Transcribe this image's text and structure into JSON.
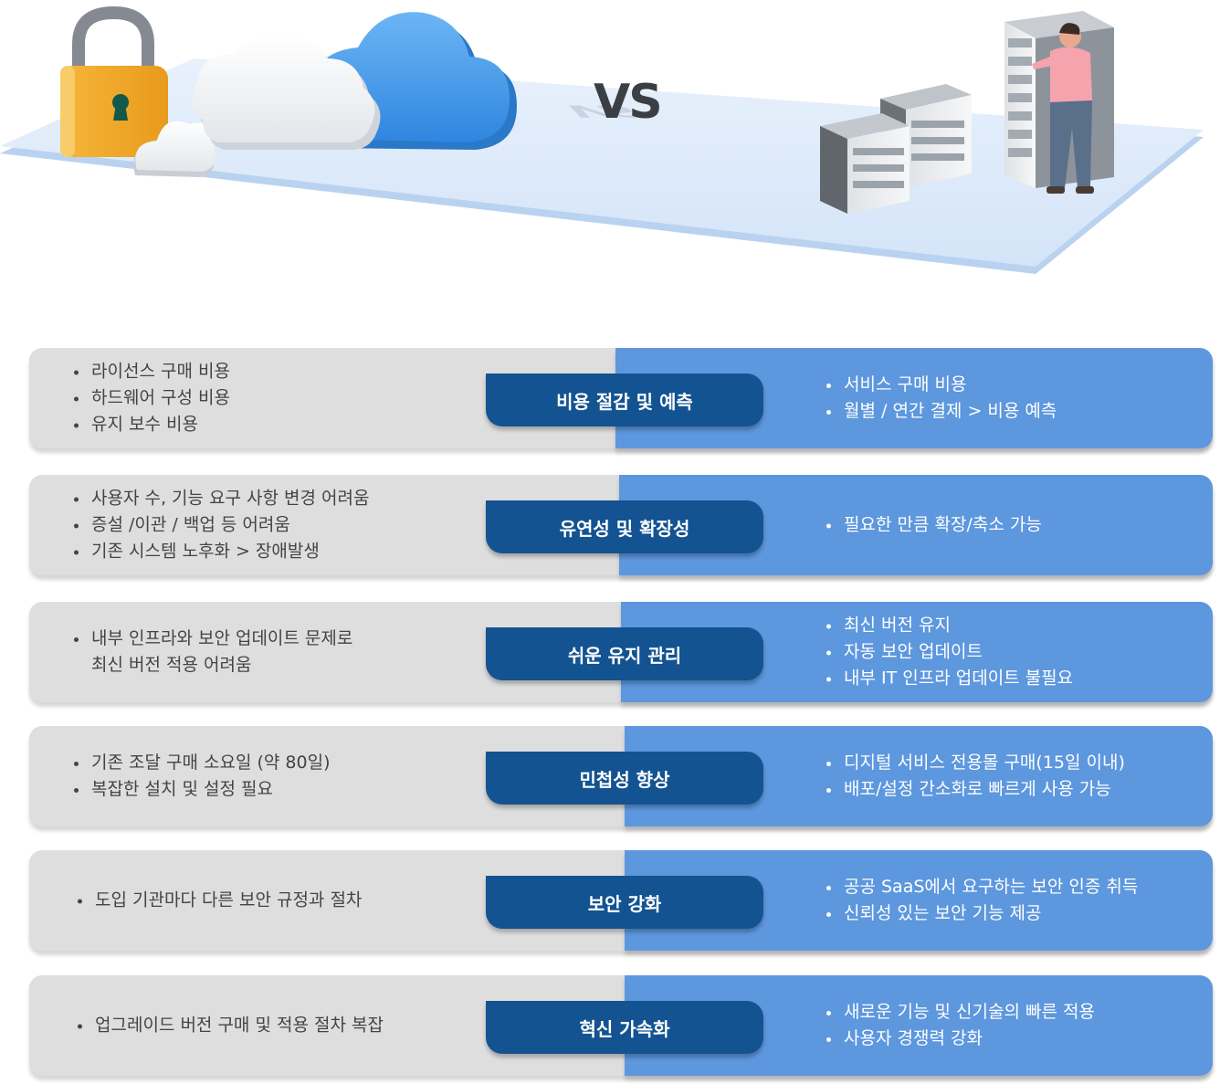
{
  "header": {
    "vs_label": "VS"
  },
  "colors": {
    "left_panel": "#dedede",
    "right_panel": "#5d97de",
    "badge": "#135391",
    "platform": "#dce9fa"
  },
  "icons": [
    "padlock-icon",
    "cloud-icon",
    "server-rack-icon",
    "person-icon"
  ],
  "rows": [
    {
      "badge": "비용 절감 및 예측",
      "left": [
        "라이선스 구매 비용",
        "하드웨어 구성 비용",
        "유지 보수 비용"
      ],
      "right": [
        "서비스 구매 비용",
        "월별 / 연간 결제 > 비용 예측"
      ]
    },
    {
      "badge": "유연성 및 확장성",
      "left": [
        "사용자 수, 기능 요구 사항 변경 어려움",
        "증설 /이관 / 백업 등 어려움",
        "기존 시스템 노후화 > 장애발생"
      ],
      "right": [
        "필요한 만큼 확장/축소 가능"
      ]
    },
    {
      "badge": "쉬운 유지 관리",
      "left": [
        "내부 인프라와 보안 업데이트 문제로",
        "최신 버전 적용 어려움"
      ],
      "right": [
        "최신 버전 유지",
        "자동 보안 업데이트",
        "내부 IT 인프라 업데이트 불필요"
      ]
    },
    {
      "badge": "민첩성 향상",
      "left": [
        "기존 조달 구매 소요일 (약 80일)",
        "복잡한 설치 및 설정 필요"
      ],
      "right": [
        "디지털 서비스 전용몰 구매(15일 이내)",
        "배포/설정 간소화로 빠르게 사용 가능"
      ]
    },
    {
      "badge": "보안 강화",
      "left": [
        "도입 기관마다 다른 보안 규정과 절차"
      ],
      "right": [
        "공공 SaaS에서 요구하는 보안 인증 취득",
        "신뢰성 있는 보안 기능 제공"
      ]
    },
    {
      "badge": "혁신 가속화",
      "left": [
        "업그레이드 버전 구매 및 적용 절차 복잡"
      ],
      "right": [
        "새로운 기능 및 신기술의 빠른 적용",
        "사용자 경쟁력 강화"
      ]
    }
  ]
}
